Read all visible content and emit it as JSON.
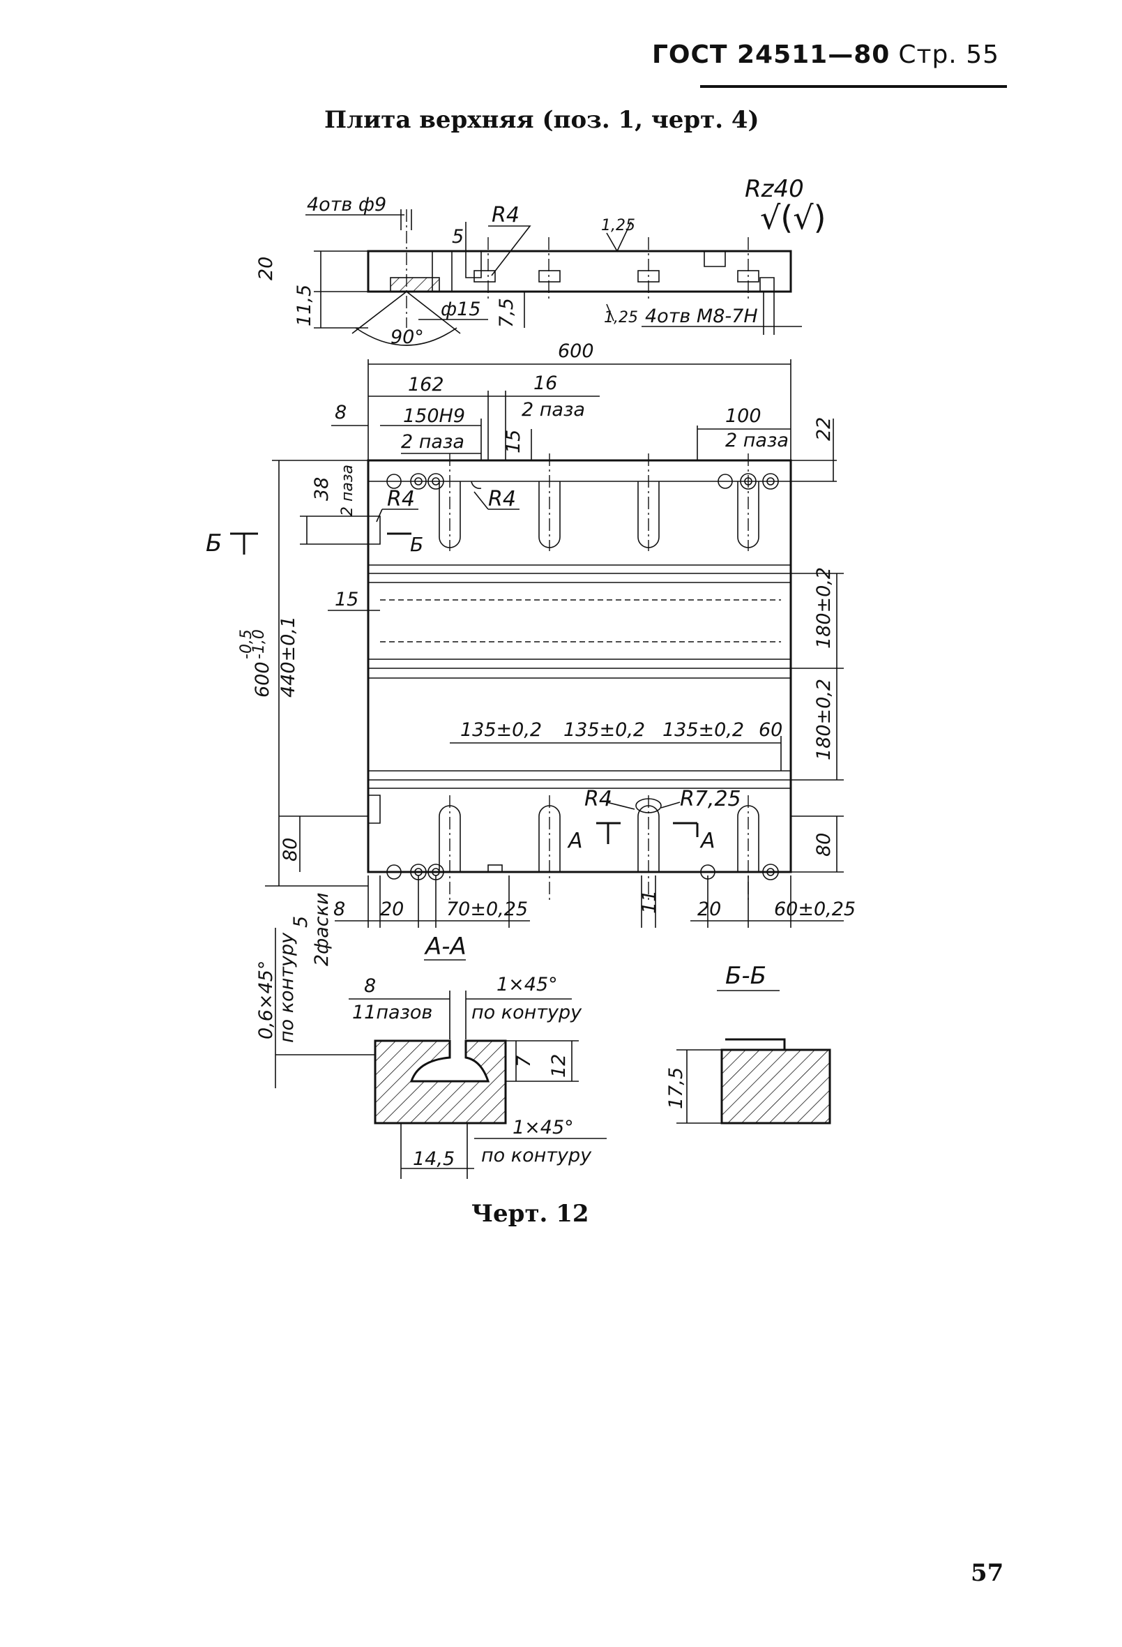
{
  "header": {
    "standard": "ГОСТ 24511—80",
    "page_label": "Стр. 55"
  },
  "title": "Плита верхняя (поз. 1, черт. 4)",
  "surface_finish": {
    "rz": "Rz40",
    "symbol": "√(√)"
  },
  "side_view": {
    "holes_callout": "4отв ф9",
    "d5": "5",
    "r4": "R4",
    "rough_top": "1,25",
    "h20": "20",
    "h11_5": "11,5",
    "angle90": "90°",
    "phi15": "ф15",
    "d7_5": "7,5",
    "rough_bottom": "1,25",
    "thread_callout": "4отв М8-7Н"
  },
  "plan_view": {
    "w600": "600",
    "d162": "162",
    "d16": "16",
    "slots2a": "2 паза",
    "d8": "8",
    "d150h9": "150Н9",
    "slots2b": "2 паза",
    "d15a": "15",
    "d100": "100",
    "slots2c": "2 паза",
    "d22": "22",
    "d38": "38",
    "slots2d": "2 паза",
    "r4a": "R4",
    "r4b": "R4",
    "sec_b": "Б",
    "sec_b2": "Б",
    "d15b": "15",
    "d600tol": "600",
    "tol_upper": "-0,5",
    "tol_lower": "-1,0",
    "d440": "440±0,1",
    "d180a": "180±0,2",
    "d180b": "180±0,2",
    "d135a": "135±0,2",
    "d135b": "135±0,2",
    "d135c": "135±0,2",
    "d60": "60",
    "r4c": "R4",
    "r7_25": "R7,25",
    "sec_a1": "А",
    "sec_a2": "А",
    "d80a": "80",
    "d80b": "80",
    "d8b": "8",
    "d20a": "20",
    "d70": "70±0,25",
    "d11": "11",
    "d20b": "20",
    "d60b": "60±0,25",
    "d5": "5",
    "chamfers2": "2фаски",
    "chamfer_contour": "0,6×45°",
    "chamfer_contour2": "по контуру"
  },
  "section_aa": {
    "label": "А-А",
    "d8": "8",
    "slots11": "11пазов",
    "chamfer_top": "1×45°",
    "contour_top": "по контуру",
    "d7": "7",
    "d12": "12",
    "chamfer_bot": "1×45°",
    "contour_bot": "по контуру",
    "d14_5": "14,5"
  },
  "section_bb": {
    "label": "Б-Б",
    "d17_5": "17,5"
  },
  "caption": "Черт. 12",
  "page_number": "57"
}
